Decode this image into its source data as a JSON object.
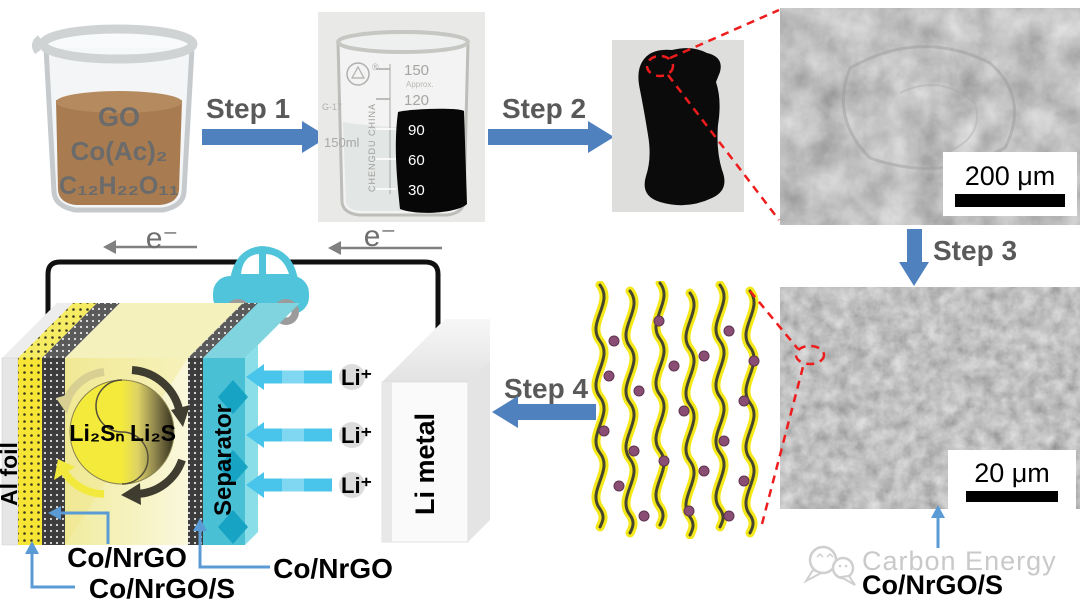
{
  "steps": {
    "step1": "Step 1",
    "step2": "Step 2",
    "step3": "Step 3",
    "step4": "Step 4"
  },
  "beaker1": {
    "line1": "GO",
    "line2": "Co(Ac)₂",
    "line3": "C₁₂H₂₂O₁₁"
  },
  "beaker2": {
    "graduations": [
      "150",
      "120",
      "90",
      "60",
      "30"
    ],
    "approx": "Approx.",
    "volume": "150ml",
    "brand": "CHENGDU CHINA",
    "model": "G-17"
  },
  "sem_top": {
    "scale": "200 μm"
  },
  "sem_bottom": {
    "scale": "20 μm"
  },
  "battery": {
    "al_foil": "Al foil",
    "separator": "Separator",
    "li_metal": "Li metal",
    "sphere_left": "Li₂Sₙ",
    "sphere_right": "Li₂S",
    "electron_left": "e⁻",
    "electron_right": "e⁻",
    "li_ion_1": "Li⁺",
    "li_ion_2": "Li⁺",
    "li_ion_3": "Li⁺"
  },
  "callouts": {
    "co_nrgo_left": "Co/NrGO",
    "co_nrgo_s_left": "Co/NrGO/S",
    "co_nrgo_right": "Co/NrGO"
  },
  "product": {
    "label": "Co/NrGO/S"
  },
  "watermark": {
    "text": "Carbon Energy"
  },
  "colors": {
    "step_blue": "#4e81bd",
    "callout_blue": "#5b9bd5",
    "red_dash": "#ee1c1c",
    "car_cyan": "#4fc4da",
    "li_arrow_cyan": "#49c4ea",
    "separator_teal": "#49c0d4",
    "cathode_yellow": "#f7e536",
    "liquid_brown": "#a87b50",
    "step_text_gray": "#595959"
  }
}
